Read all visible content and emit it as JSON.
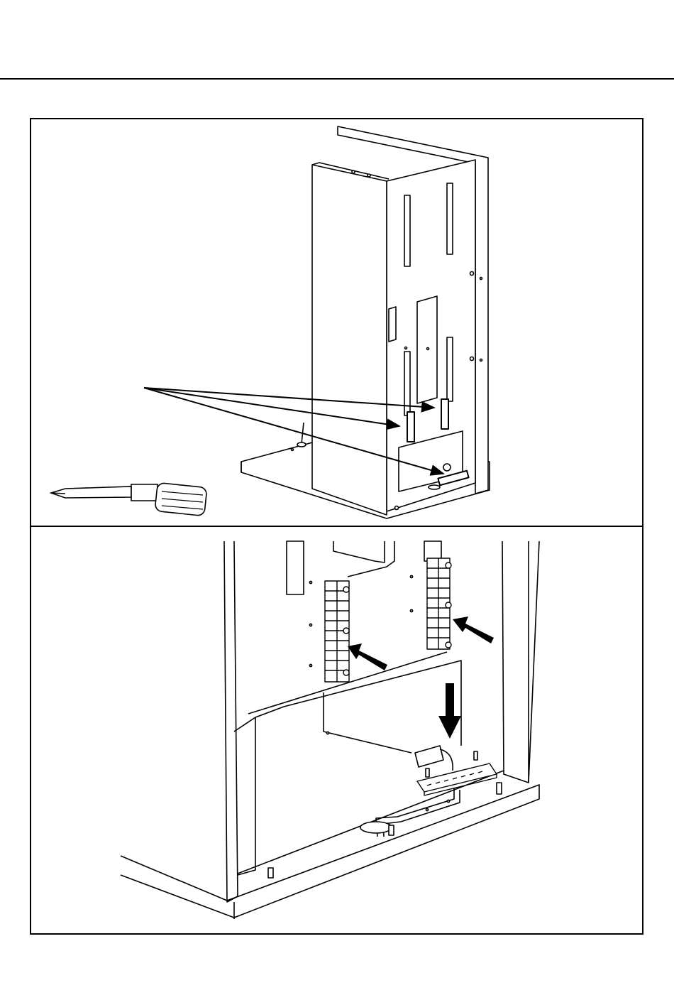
{
  "page": {
    "header_rule": "",
    "panels": [
      {
        "id": "overview",
        "illustration": "cabinet-frame-with-terminal-blocks",
        "callout_count": 3
      },
      {
        "id": "detail",
        "illustration": "terminal-block-detail",
        "arrow_count": 3
      }
    ]
  },
  "colors": {
    "line": "#000000",
    "background": "#ffffff",
    "fill": "#ffffff"
  }
}
